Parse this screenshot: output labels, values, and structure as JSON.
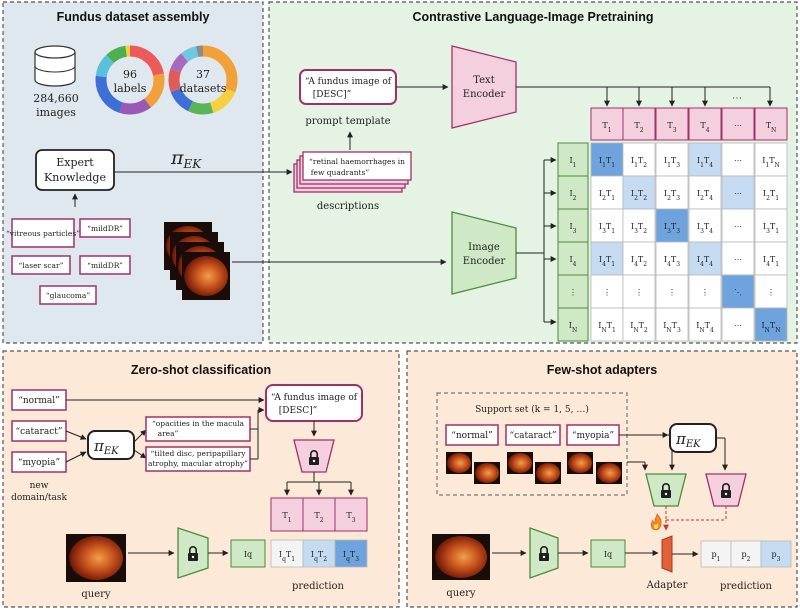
{
  "panels": {
    "fundus": {
      "title": "Fundus dataset assembly"
    },
    "clip": {
      "title": "Contrastive Language-Image Pretraining"
    },
    "zeroshot": {
      "title": "Zero-shot classification"
    },
    "fewshot": {
      "title": "Few-shot adapters"
    }
  },
  "fundus": {
    "images_count": "284,660",
    "images_label": "images",
    "labels_count": "96",
    "labels_label": "labels",
    "datasets_count": "37",
    "datasets_label": "datasets",
    "expert_line1": "Expert",
    "expert_line2": "Knowledge",
    "pi_ek": "π",
    "pi_sub": "EK",
    "tags": [
      "“vitreous particles”",
      "“mildDR”",
      "“laser scar”",
      "“mildDR”",
      "“glaucoma”"
    ]
  },
  "clip": {
    "prompt_line1": "“A fundus image of",
    "prompt_line2": "[DESC]”",
    "prompt_caption": "prompt template",
    "desc_line1": "“retinal haemorrhages in",
    "desc_line2": "few quadrants”",
    "desc_caption": "descriptions",
    "text_encoder_1": "Text",
    "text_encoder_2": "Encoder",
    "image_encoder_1": "Image",
    "image_encoder_2": "Encoder",
    "col_headers": [
      "T1",
      "T2",
      "T3",
      "T4",
      "⋯",
      "TN"
    ],
    "row_headers": [
      "I1",
      "I2",
      "I3",
      "I4",
      "⋮",
      "IN"
    ],
    "cells": [
      [
        "I1T1",
        "I1T2",
        "I1T3",
        "I1T4",
        "⋯",
        "I1TN"
      ],
      [
        "I2T1",
        "I2T2",
        "I2T3",
        "I2T4",
        "⋯",
        "I2T1"
      ],
      [
        "I3T1",
        "I3T2",
        "I3T3",
        "I3T4",
        "⋯",
        "I3T1"
      ],
      [
        "I4T1",
        "I4T2",
        "I4T3",
        "I4T4",
        "⋯",
        "I4T1"
      ],
      [
        "⋮",
        "⋮",
        "⋮",
        "⋮",
        "⋱",
        "⋮"
      ],
      [
        "INT1",
        "INT2",
        "INT3",
        "INT4",
        "⋯",
        "INTN"
      ]
    ],
    "cell_shades": [
      [
        2,
        0,
        0,
        1,
        0,
        0
      ],
      [
        0,
        1,
        0,
        0,
        1,
        0
      ],
      [
        0,
        0,
        2,
        0,
        0,
        0
      ],
      [
        1,
        0,
        0,
        1,
        0,
        0
      ],
      [
        0,
        0,
        0,
        0,
        2,
        0
      ],
      [
        0,
        0,
        0,
        0,
        0,
        2
      ]
    ],
    "ellipsis_top": "⋯"
  },
  "zeroshot": {
    "classes": [
      "“normal”",
      "“cataract”",
      "“myopia”"
    ],
    "new_domain_1": "new",
    "new_domain_2": "domain/task",
    "desc1_line1": "“opacities in the macula",
    "desc1_line2": "area”",
    "desc2_line1": "“tilted disc, peripapillary",
    "desc2_line2": "atrophy, macular atrophy”",
    "prompt_line1": "“A fundus image of",
    "prompt_line2": "[DESC]”",
    "text_heads": [
      "T1",
      "T2",
      "T3"
    ],
    "iq": "Iq",
    "scores": [
      "IqT1",
      "IqT2",
      "IqT3"
    ],
    "query_label": "query",
    "prediction_label": "prediction"
  },
  "fewshot": {
    "support_title": "Support set (k = 1, 5, …)",
    "classes": [
      "“normal”",
      "“cataract”",
      "“myopia”"
    ],
    "iq": "Iq",
    "adapter_label": "Adapter",
    "probs": [
      "p1",
      "p2",
      "p3"
    ],
    "query_label": "query",
    "prediction_label": "prediction"
  },
  "colors": {
    "panel_blue": "#dfe8ee",
    "panel_green": "#e5f3e5",
    "panel_peach": "#fde9d8",
    "magenta_border": "#a0306a",
    "pink_fill": "#f4cfdd",
    "green_fill": "#cfe9c6",
    "green_border": "#4d8a3d",
    "blue_strong": "#6fa3dd",
    "blue_light": "#c5dbf1",
    "adapter": "#e0603a"
  }
}
